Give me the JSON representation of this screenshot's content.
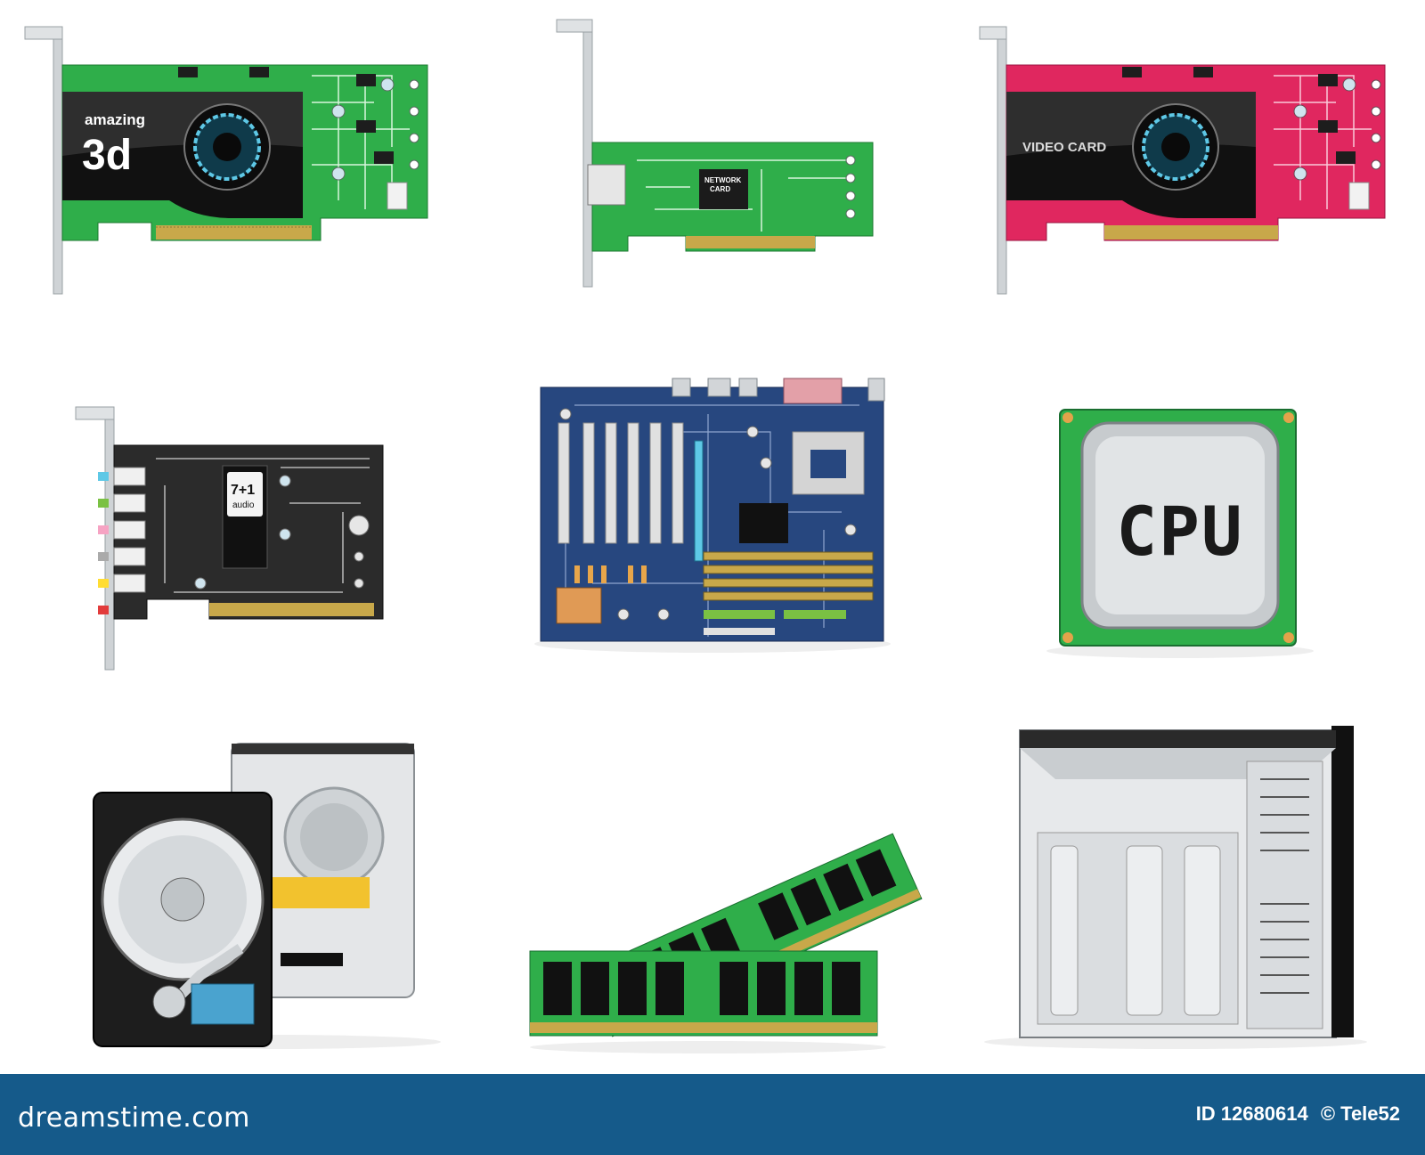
{
  "items": [
    {
      "name": "3d-graphics-card",
      "label": "amazing",
      "sublabel": "3d"
    },
    {
      "name": "network-card",
      "chip_label": [
        "NETWORK",
        "CARD"
      ]
    },
    {
      "name": "video-card",
      "label": "VIDEO CARD"
    },
    {
      "name": "sound-card",
      "chip_label": [
        "7+1",
        "audio"
      ]
    },
    {
      "name": "motherboard"
    },
    {
      "name": "cpu",
      "label": "CPU"
    },
    {
      "name": "hard-drive"
    },
    {
      "name": "memory-modules"
    },
    {
      "name": "computer-case"
    }
  ],
  "footer": {
    "brand": "dreamstime.com",
    "id_text": "ID 12680614",
    "copyright": "© Tele52"
  },
  "colors": {
    "footer_bg": "#155a8a",
    "pcb_green": "#2fae4a",
    "pcb_pink": "#e0275f",
    "pcb_black": "#2b2b2b",
    "pcb_blue": "#27477f"
  }
}
